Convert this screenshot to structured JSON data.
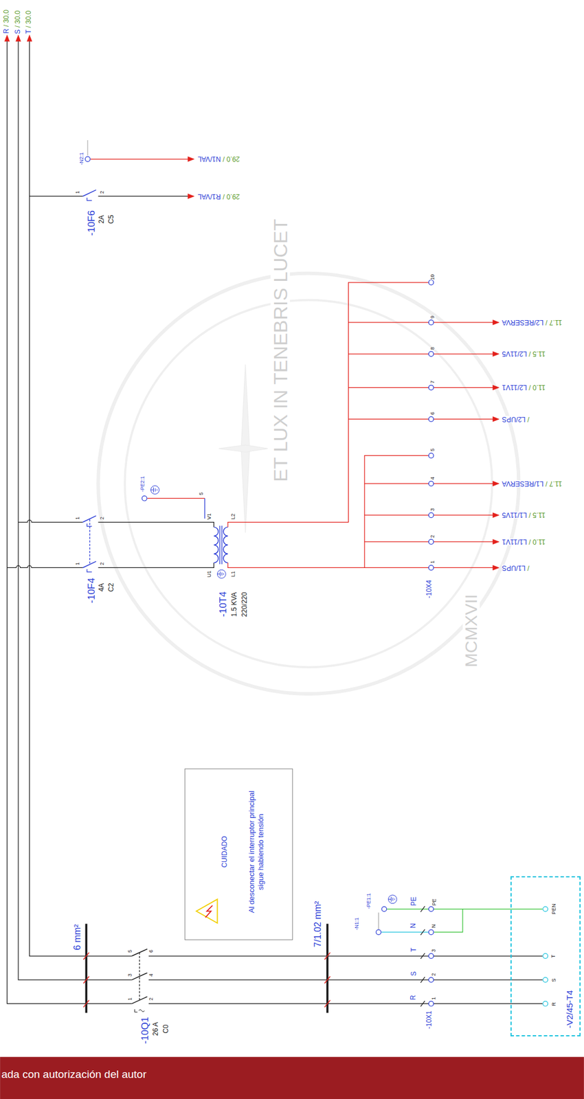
{
  "diagram": {
    "nodes": [
      {
        "text": [
          "CUIDADO",
          "Al desconectar el interruptor principal sigue habiendo tensión"
        ]
      },
      {
        "text": [
          "-V2/45-T4",
          "R",
          "S",
          "T",
          "PEN"
        ]
      }
    ],
    "labels": [
      "R",
      "/ 30.0",
      "S",
      "/ 30.0",
      "T",
      "/ 30.0",
      "-N2:1",
      "29.0 /",
      "N1/VAL",
      "1",
      "2",
      "29.0 /",
      "R1/VAL",
      "-10F6",
      "2A",
      "C5",
      "1",
      "2",
      "1",
      "2",
      "-PE2:1",
      "5",
      "V1",
      "L2",
      "U1",
      "L1",
      "-10F4",
      "4A",
      "C2",
      "-10T4",
      "1.5 KVA",
      "220/220",
      "1",
      "2",
      "3",
      "4",
      "5",
      "6",
      "7",
      "8",
      "9",
      "10",
      "-10X4",
      "/",
      "L1/UPS",
      "11.0 /",
      "L1/11V1",
      "11.5 /",
      "L1/11V5",
      "11.7 /",
      "L1/RESERVA",
      "/",
      "L2/UPS",
      "11.0 /",
      "L2/11V1",
      "11.5 /",
      "L2/11V5",
      "11.7 /",
      "L2/RESERVA",
      "ET LUX IN TENEBRIS LUCET",
      "MCMXVII",
      "6 mm²",
      "7/1.02 mm²",
      "5",
      "6",
      "3",
      "4",
      "1",
      "2",
      "-10Q1",
      "26 A",
      "C0",
      "-N1:1",
      "-PE1:1",
      "PE",
      "N",
      "T",
      "S",
      "R",
      "PE",
      "N",
      "3",
      "2",
      "1",
      "-10X1",
      "ada con autorización del autor"
    ]
  }
}
